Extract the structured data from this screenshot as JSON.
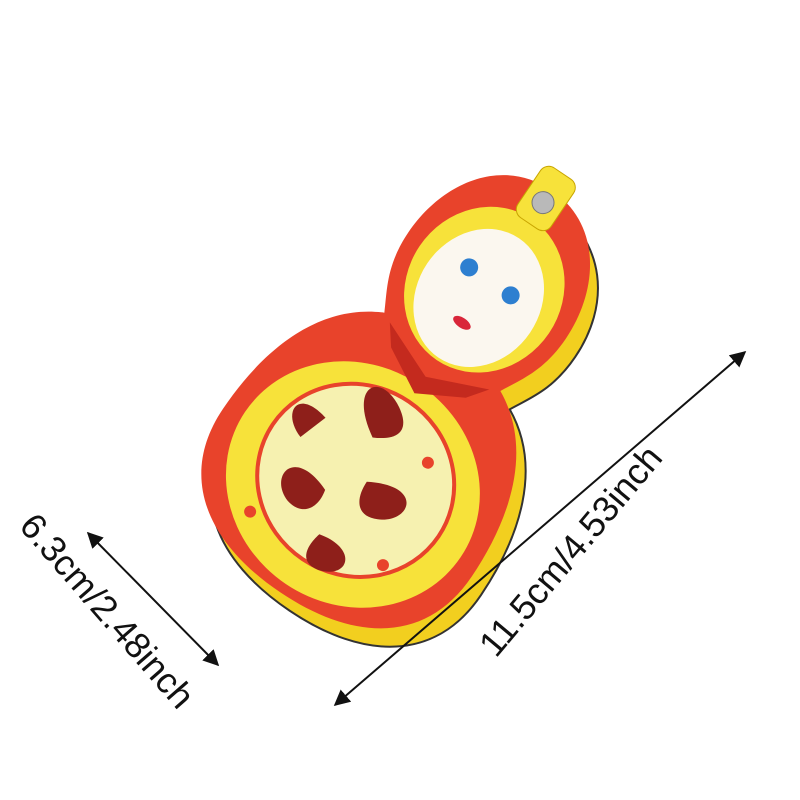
{
  "product": {
    "name_icon": "matryoshka-doll-manicure-case",
    "colors": {
      "red": "#e8432b",
      "yellow": "#f7e23a",
      "cream": "#f6f1b0",
      "pattern": "#8e1f1a",
      "snap": "#b9b9b9"
    }
  },
  "dimensions": {
    "width_label": "6.3cm/2.48inch",
    "length_label": "11.5cm/4.53inch"
  }
}
